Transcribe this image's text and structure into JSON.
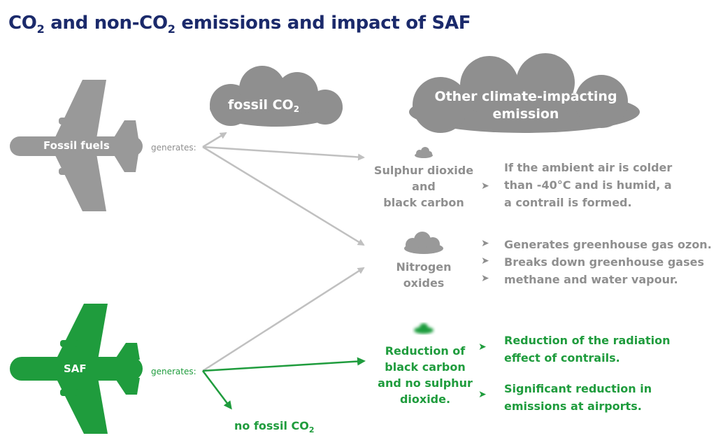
{
  "title": {
    "prefix": "CO",
    "sub1": "2",
    "middle": " and non-CO",
    "sub2": "2",
    "suffix": " emissions and impact of SAF"
  },
  "fossil_plane": {
    "label": "Fossil fuels",
    "generates": "generates:"
  },
  "saf_plane": {
    "label": "SAF",
    "generates": "generates:"
  },
  "cloud_fossil": {
    "text": "fossil CO",
    "sub": "2"
  },
  "cloud_other": {
    "line1": "Other climate-impacting",
    "line2": "emission"
  },
  "sulphur": {
    "line1": "Sulphur dioxide",
    "line2": "and",
    "line3": "black carbon"
  },
  "contrail": {
    "line1": "If the ambient air is colder",
    "line2": "than -40°C and is humid, a",
    "line3": "a contrail is formed."
  },
  "nitrogen": {
    "line1": "Nitrogen",
    "line2": "oxides"
  },
  "nox_effects": {
    "line1": "Generates greenhouse gas ozon.",
    "line2": "Breaks down greenhouse gases",
    "line3": "methane and water vapour."
  },
  "reduction": {
    "line1": "Reduction of",
    "line2": "black carbon",
    "line3": "and no sulphur",
    "line4": "dioxide."
  },
  "radiation": {
    "line1": "Reduction of the radiation",
    "line2": "effect of contrails."
  },
  "airports": {
    "line1": "Significant reduction in",
    "line2": "emissions at airports."
  },
  "no_fossil": {
    "text": "no fossil CO",
    "sub": "2"
  },
  "arrow_glyph": "➤",
  "colors": {
    "gray": "#999999",
    "green": "#1f9c3d",
    "title": "#1b2a6b",
    "arrow_gray": "#bdbdbd"
  }
}
